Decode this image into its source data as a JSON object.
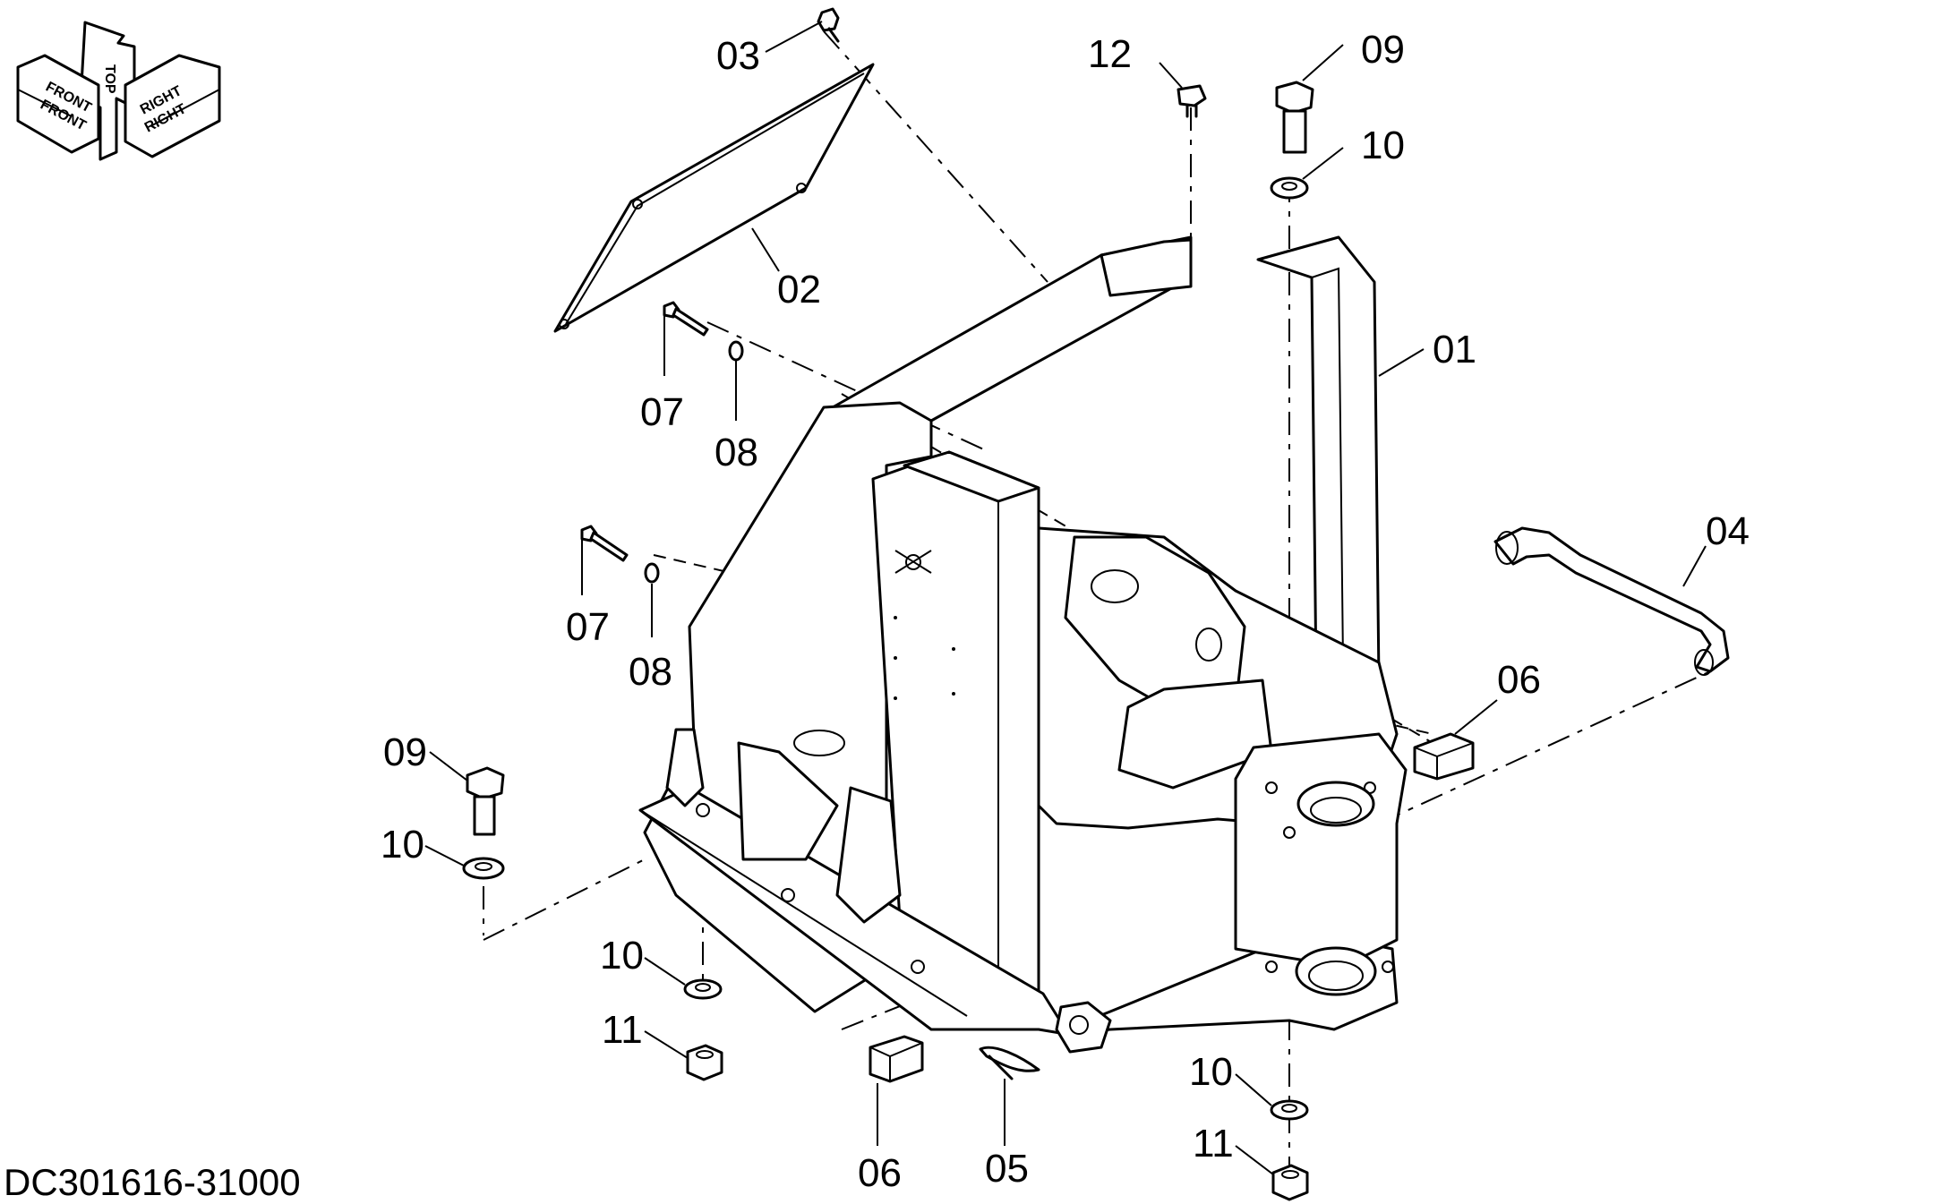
{
  "drawing": {
    "code": "DC301616-31000"
  },
  "orientation": {
    "front": "FRONT",
    "front_mirror": "FRONT",
    "top": "TOP",
    "right": "RIGHT",
    "right_mirror": "RIGHT"
  },
  "callouts": [
    {
      "id": "c-03",
      "label": "03"
    },
    {
      "id": "c-02",
      "label": "02"
    },
    {
      "id": "c-12",
      "label": "12"
    },
    {
      "id": "c-09a",
      "label": "09"
    },
    {
      "id": "c-10a",
      "label": "10"
    },
    {
      "id": "c-01",
      "label": "01"
    },
    {
      "id": "c-07a",
      "label": "07"
    },
    {
      "id": "c-08a",
      "label": "08"
    },
    {
      "id": "c-07b",
      "label": "07"
    },
    {
      "id": "c-08b",
      "label": "08"
    },
    {
      "id": "c-04",
      "label": "04"
    },
    {
      "id": "c-06a",
      "label": "06"
    },
    {
      "id": "c-09b",
      "label": "09"
    },
    {
      "id": "c-10b",
      "label": "10"
    },
    {
      "id": "c-10c",
      "label": "10"
    },
    {
      "id": "c-11a",
      "label": "11"
    },
    {
      "id": "c-06b",
      "label": "06"
    },
    {
      "id": "c-05",
      "label": "05"
    },
    {
      "id": "c-10d",
      "label": "10"
    },
    {
      "id": "c-11b",
      "label": "11"
    }
  ]
}
